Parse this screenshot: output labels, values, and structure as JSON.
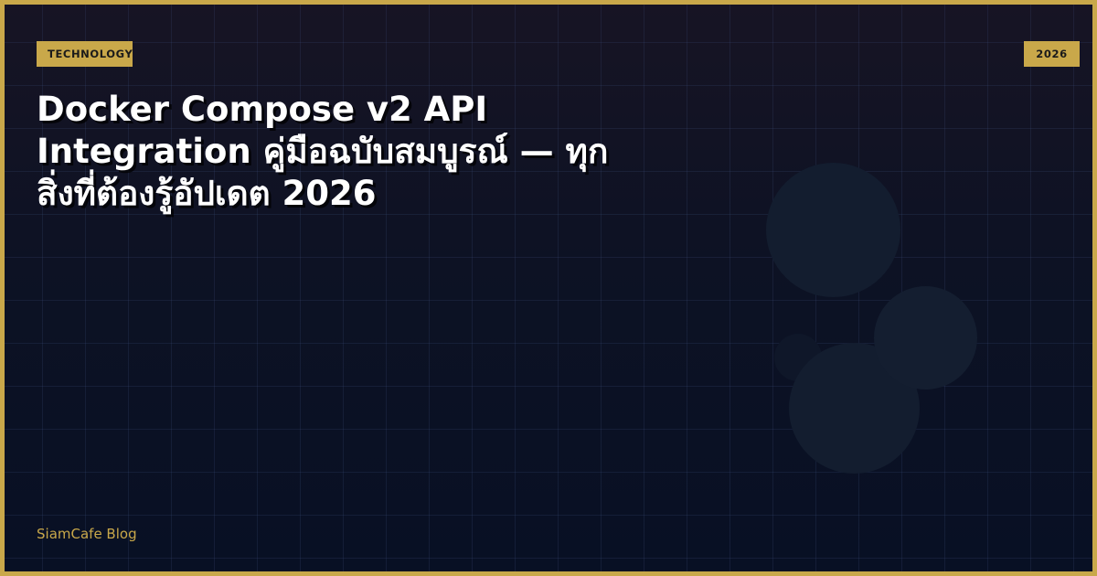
{
  "category_tag": "TECHNOLOGY",
  "year_tag": "2026",
  "title": "Docker Compose v2 API Integration คู่มือฉบับสมบูรณ์ — ทุกสิ่งที่ต้องรู้อัปเดต 2026",
  "footer": {
    "blog_name": "SiamCafe Blog"
  },
  "colors": {
    "accent": "#c9a84a",
    "background_top": "#171424",
    "background_bottom": "#081024",
    "title_text": "#ffffff"
  }
}
